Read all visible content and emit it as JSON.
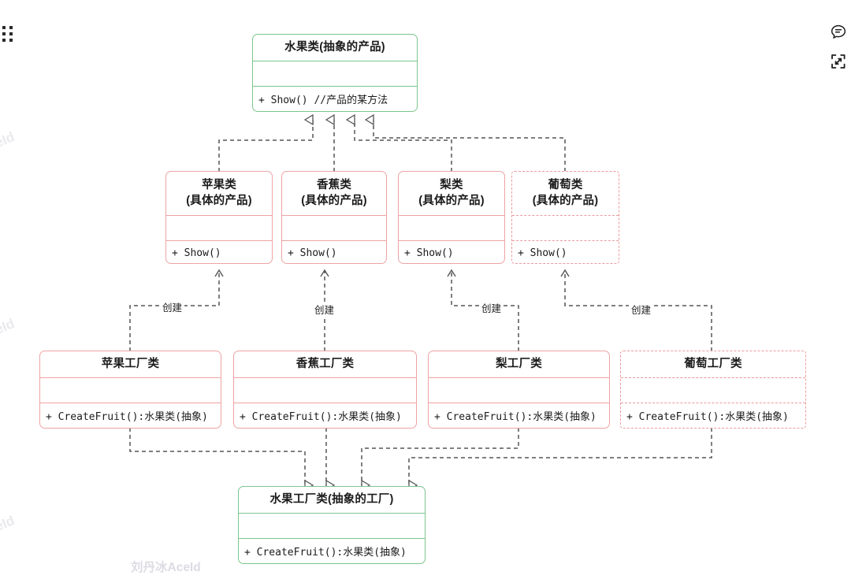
{
  "canvas": {
    "background": "#ffffff",
    "accent_green": "#7cc68c",
    "accent_pink": "#efa3a3",
    "accent_pink_dashed": "#ef9a9a",
    "connector_color": "#555555"
  },
  "toolbar": {
    "drag_handle": "drag-handle",
    "comment_icon": "comment-icon",
    "expand_icon": "expand-icon"
  },
  "watermarks": {
    "bottom": "刘丹冰AceId",
    "edge": [
      "eId",
      "eId",
      "eId"
    ]
  },
  "diagram": {
    "type": "uml-class-diagram",
    "abstract_product": {
      "title": "水果类(抽象的产品)",
      "attributes": "",
      "method": "+ Show() //产品的某方法",
      "style": "solid-green"
    },
    "concrete_products": [
      {
        "title_line1": "苹果类",
        "title_line2": "(具体的产品)",
        "attributes": "",
        "method": "+ Show()",
        "style": "solid-pink"
      },
      {
        "title_line1": "香蕉类",
        "title_line2": "(具体的产品)",
        "attributes": "",
        "method": "+ Show()",
        "style": "solid-pink"
      },
      {
        "title_line1": "梨类",
        "title_line2": "(具体的产品)",
        "attributes": "",
        "method": "+ Show()",
        "style": "solid-pink"
      },
      {
        "title_line1": "葡萄类",
        "title_line2": "(具体的产品)",
        "attributes": "",
        "method": "+ Show()",
        "style": "dashed-pink"
      }
    ],
    "concrete_factories": [
      {
        "title": "苹果工厂类",
        "attributes": "",
        "method": "+ CreateFruit():水果类(抽象)",
        "style": "solid-pink"
      },
      {
        "title": "香蕉工厂类",
        "attributes": "",
        "method": "+ CreateFruit():水果类(抽象)",
        "style": "solid-pink"
      },
      {
        "title": "梨工厂类",
        "attributes": "",
        "method": "+ CreateFruit():水果类(抽象)",
        "style": "solid-pink"
      },
      {
        "title": "葡萄工厂类",
        "attributes": "",
        "method": "+ CreateFruit():水果类(抽象)",
        "style": "dashed-pink"
      }
    ],
    "abstract_factory": {
      "title": "水果工厂类(抽象的工厂)",
      "attributes": "",
      "method": "+ CreateFruit():水果类(抽象)",
      "style": "solid-green"
    },
    "edge_labels": [
      "创建",
      "创建",
      "创建",
      "创建"
    ],
    "relations": [
      {
        "kind": "realization",
        "from": "苹果类",
        "to": "水果类(抽象的产品)"
      },
      {
        "kind": "realization",
        "from": "香蕉类",
        "to": "水果类(抽象的产品)"
      },
      {
        "kind": "realization",
        "from": "梨类",
        "to": "水果类(抽象的产品)"
      },
      {
        "kind": "realization",
        "from": "葡萄类",
        "to": "水果类(抽象的产品)"
      },
      {
        "kind": "dependency",
        "from": "苹果工厂类",
        "to": "苹果类",
        "label": "创建"
      },
      {
        "kind": "dependency",
        "from": "香蕉工厂类",
        "to": "香蕉类",
        "label": "创建"
      },
      {
        "kind": "dependency",
        "from": "梨工厂类",
        "to": "梨类",
        "label": "创建"
      },
      {
        "kind": "dependency",
        "from": "葡萄工厂类",
        "to": "葡萄类",
        "label": "创建"
      },
      {
        "kind": "realization",
        "from": "苹果工厂类",
        "to": "水果工厂类(抽象的工厂)"
      },
      {
        "kind": "realization",
        "from": "香蕉工厂类",
        "to": "水果工厂类(抽象的工厂)"
      },
      {
        "kind": "realization",
        "from": "梨工厂类",
        "to": "水果工厂类(抽象的工厂)"
      },
      {
        "kind": "realization",
        "from": "葡萄工厂类",
        "to": "水果工厂类(抽象的工厂)"
      }
    ]
  }
}
